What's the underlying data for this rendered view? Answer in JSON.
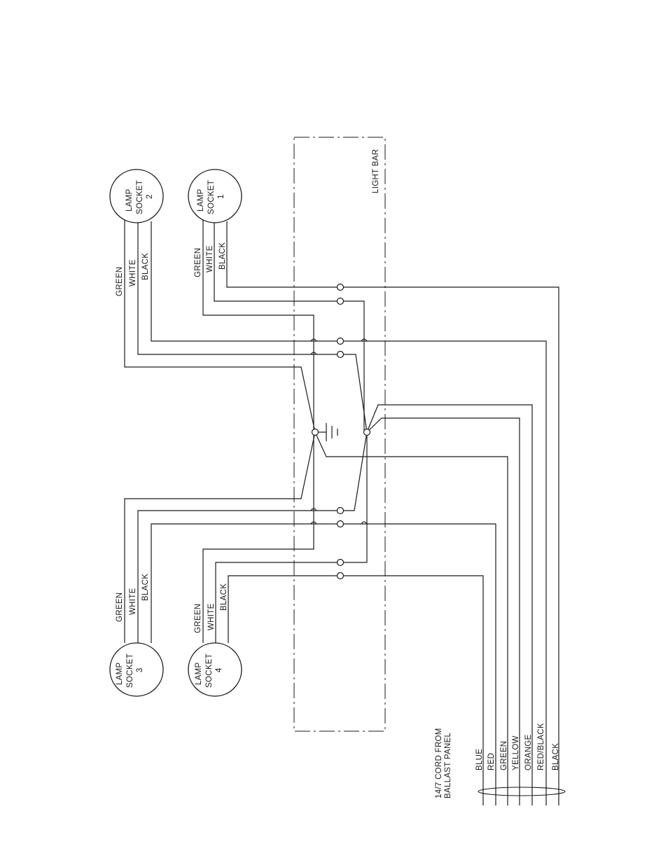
{
  "light_bar": {
    "label": "LIGHT BAR"
  },
  "sockets": [
    {
      "lines": [
        "LAMP",
        "SOCKET",
        "2"
      ]
    },
    {
      "lines": [
        "LAMP",
        "SOCKET",
        "1"
      ]
    },
    {
      "lines": [
        "LAMP",
        "SOCKET",
        "3"
      ]
    },
    {
      "lines": [
        "LAMP",
        "SOCKET",
        "4"
      ]
    }
  ],
  "socket_wire_labels": {
    "socket2": [
      "GREEN",
      "WHITE",
      "BLACK"
    ],
    "socket1": [
      "GREEN",
      "WHITE",
      "BLACK"
    ],
    "socket3": [
      "GREEN",
      "WHITE",
      "BLACK"
    ],
    "socket4": [
      "GREEN",
      "WHITE",
      "BLACK"
    ]
  },
  "cord": {
    "title_lines": [
      "14/7 CORD FROM",
      "BALLAST PANEL"
    ],
    "wires": [
      "BLUE",
      "RED",
      "GREEN",
      "YELLOW",
      "ORANGE",
      "RED/BLACK",
      "BLACK"
    ]
  }
}
